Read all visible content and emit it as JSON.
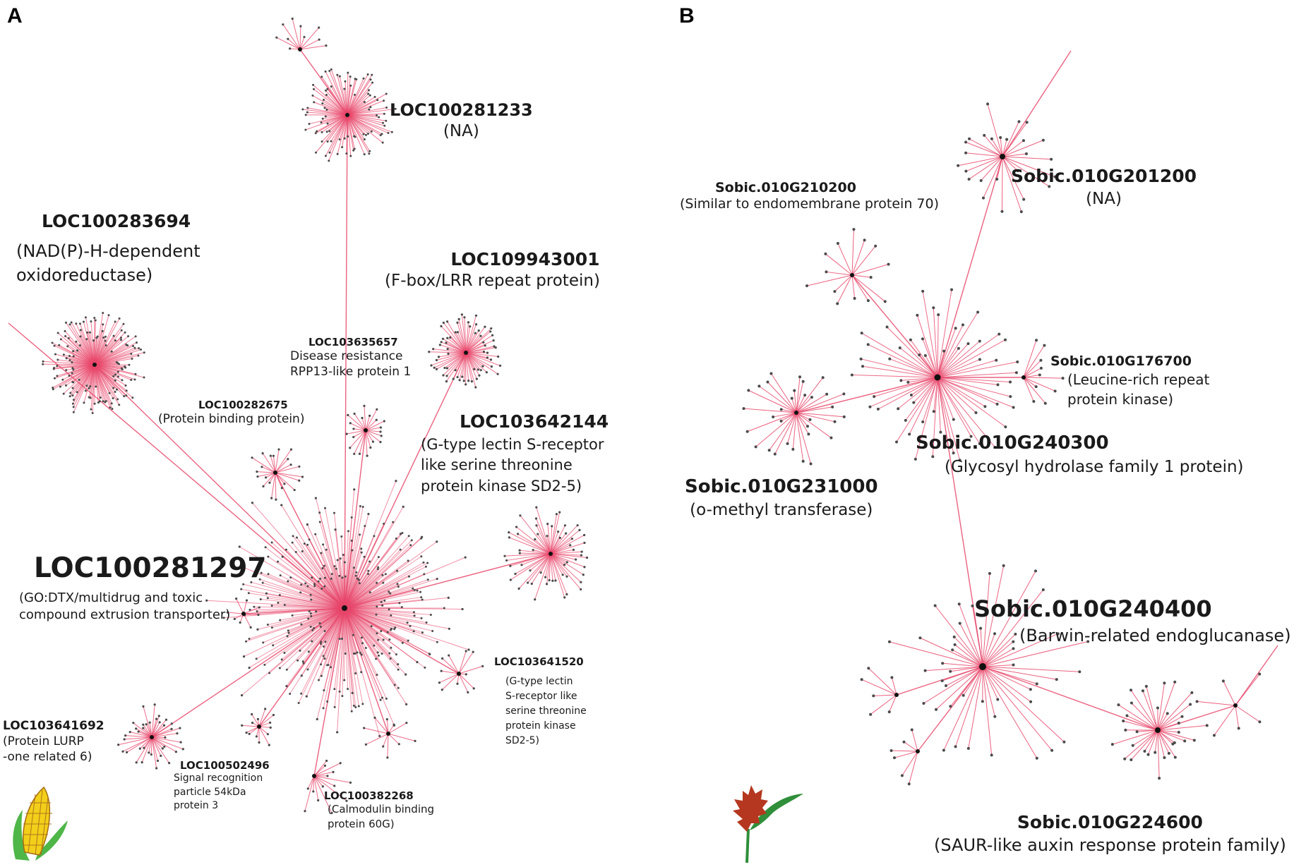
{
  "panels": {
    "a": "A",
    "b": "B"
  },
  "colors": {
    "edge": "#e8466a",
    "node": "#4a4a4a",
    "hub": "#111111",
    "corn_kernel": "#f2cf1a",
    "corn_husk": "#4fb648",
    "leaf_red": "#b5371f",
    "leaf_green": "#2f8f3a"
  },
  "icons": {
    "a": "corn-icon",
    "b": "sorghum-plant-icon"
  },
  "labels": {
    "a1": {
      "id": "LOC100281233",
      "desc": "(NA)"
    },
    "a2": {
      "id": "LOC100283694",
      "desc": "(NAD(P)-H-dependent\noxidoreductase)"
    },
    "a3": {
      "id": "LOC109943001",
      "desc": "(F-box/LRR repeat protein)"
    },
    "a4": {
      "id": "LOC103635657",
      "desc": "Disease resistance\nRPP13-like protein 1"
    },
    "a5": {
      "id": "LOC100282675",
      "desc": "(Protein binding protein)"
    },
    "a6": {
      "id": "LOC103642144",
      "desc": "(G-type lectin S-receptor\nlike serine threonine\nprotein kinase SD2-5)"
    },
    "a7": {
      "id": "LOC100281297",
      "desc": "(GO:DTX/multidrug and toxic\ncompound extrusion transporter)"
    },
    "a8": {
      "id": "LOC103641520",
      "desc": "(G-type lectin\nS-receptor like\nserine threonine\nprotein kinase\nSD2-5)"
    },
    "a9": {
      "id": "LOC103641692",
      "desc": "(Protein LURP\n-one related 6)"
    },
    "a10": {
      "id": "LOC100502496",
      "desc": "Signal recognition\nparticle 54kDa\nprotein 3"
    },
    "a11": {
      "id": "LOC100382268",
      "desc": "(Calmodulin binding\nprotein 60G)"
    },
    "b1": {
      "id": "Sobic.010G201200",
      "desc": "(NA)"
    },
    "b2": {
      "id": "Sobic.010G210200",
      "desc": "(Similar to endomembrane protein 70)"
    },
    "b3": {
      "id": "Sobic.010G176700",
      "desc": "(Leucine-rich repeat\nprotein kinase)"
    },
    "b4": {
      "id": "Sobic.010G240300",
      "desc": "(Glycosyl hydrolase family 1 protein)"
    },
    "b5": {
      "id": "Sobic.010G231000",
      "desc": "(o-methyl transferase)"
    },
    "b6": {
      "id": "Sobic.010G240400",
      "desc": "(Barwin-related endoglucanase)"
    },
    "b7": {
      "id": "Sobic.010G224600",
      "desc": "(SAUR-like auxin response protein family)"
    }
  }
}
